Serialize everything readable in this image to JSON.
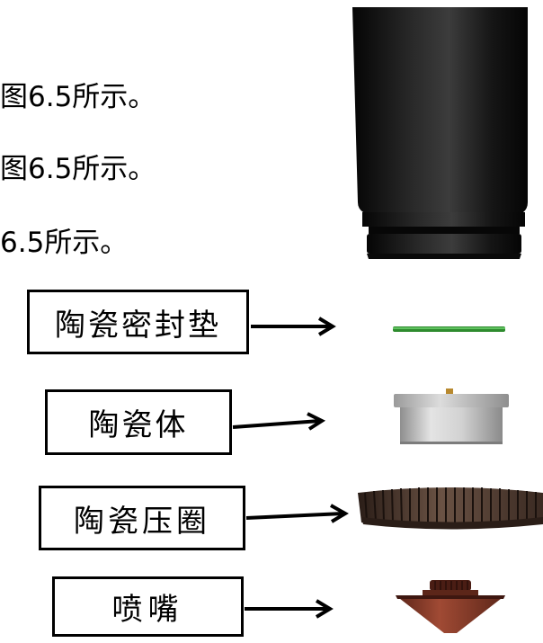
{
  "captions": [
    "图6.5所示。",
    "图6.5所示。",
    "6.5所示。"
  ],
  "parts": [
    {
      "label": "陶瓷密封垫",
      "component": "seal-ring"
    },
    {
      "label": "陶瓷体",
      "component": "ceramic-body"
    },
    {
      "label": "陶瓷压圈",
      "component": "pressure-ring"
    },
    {
      "label": "喷嘴",
      "component": "nozzle"
    }
  ],
  "colors": {
    "tube": "#141414",
    "seal": "#2e8b2e",
    "ceramic": "#c8c8c8",
    "pressure_ring": "#3a2a22",
    "nozzle": "#7a3626"
  }
}
